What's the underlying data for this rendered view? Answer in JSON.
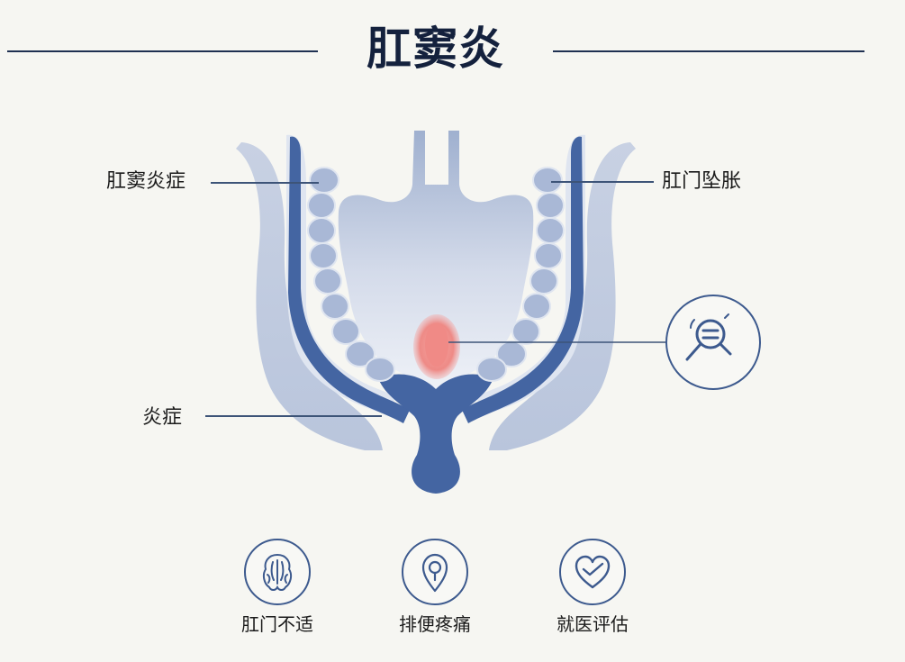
{
  "title": "肛窦炎",
  "labels": {
    "top_left": "肛窦炎症",
    "top_right": "肛门坠胀",
    "bottom_left": "炎症"
  },
  "icons": [
    {
      "name": "anal-discomfort-icon",
      "label": "肛门不适"
    },
    {
      "name": "bowel-pain-icon",
      "label": "排便疼痛"
    },
    {
      "name": "medical-evaluation-icon",
      "label": "就医评估"
    }
  ],
  "colors": {
    "accent": "#3d5a8e",
    "tissue_light": "#c9d2e4",
    "tissue_dark": "#4465a2",
    "inflammation": "#f08a86"
  }
}
